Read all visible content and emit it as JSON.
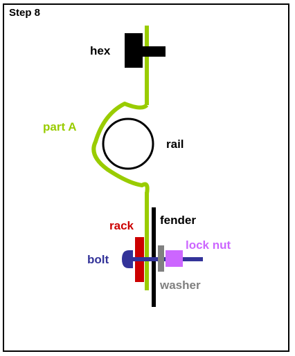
{
  "step_title": "Step 8",
  "labels": {
    "hex": "hex",
    "part_a": "part A",
    "rail": "rail",
    "fender": "fender",
    "rack": "rack",
    "bolt": "bolt",
    "lock_nut": "lock nut",
    "washer": "washer"
  },
  "colors": {
    "part_a": "#99cc00",
    "rack": "#cc0000",
    "bolt": "#333399",
    "lock_nut": "#cc66ff",
    "washer": "#808080",
    "hex": "#000000",
    "fender": "#000000",
    "rail": "#000000"
  }
}
